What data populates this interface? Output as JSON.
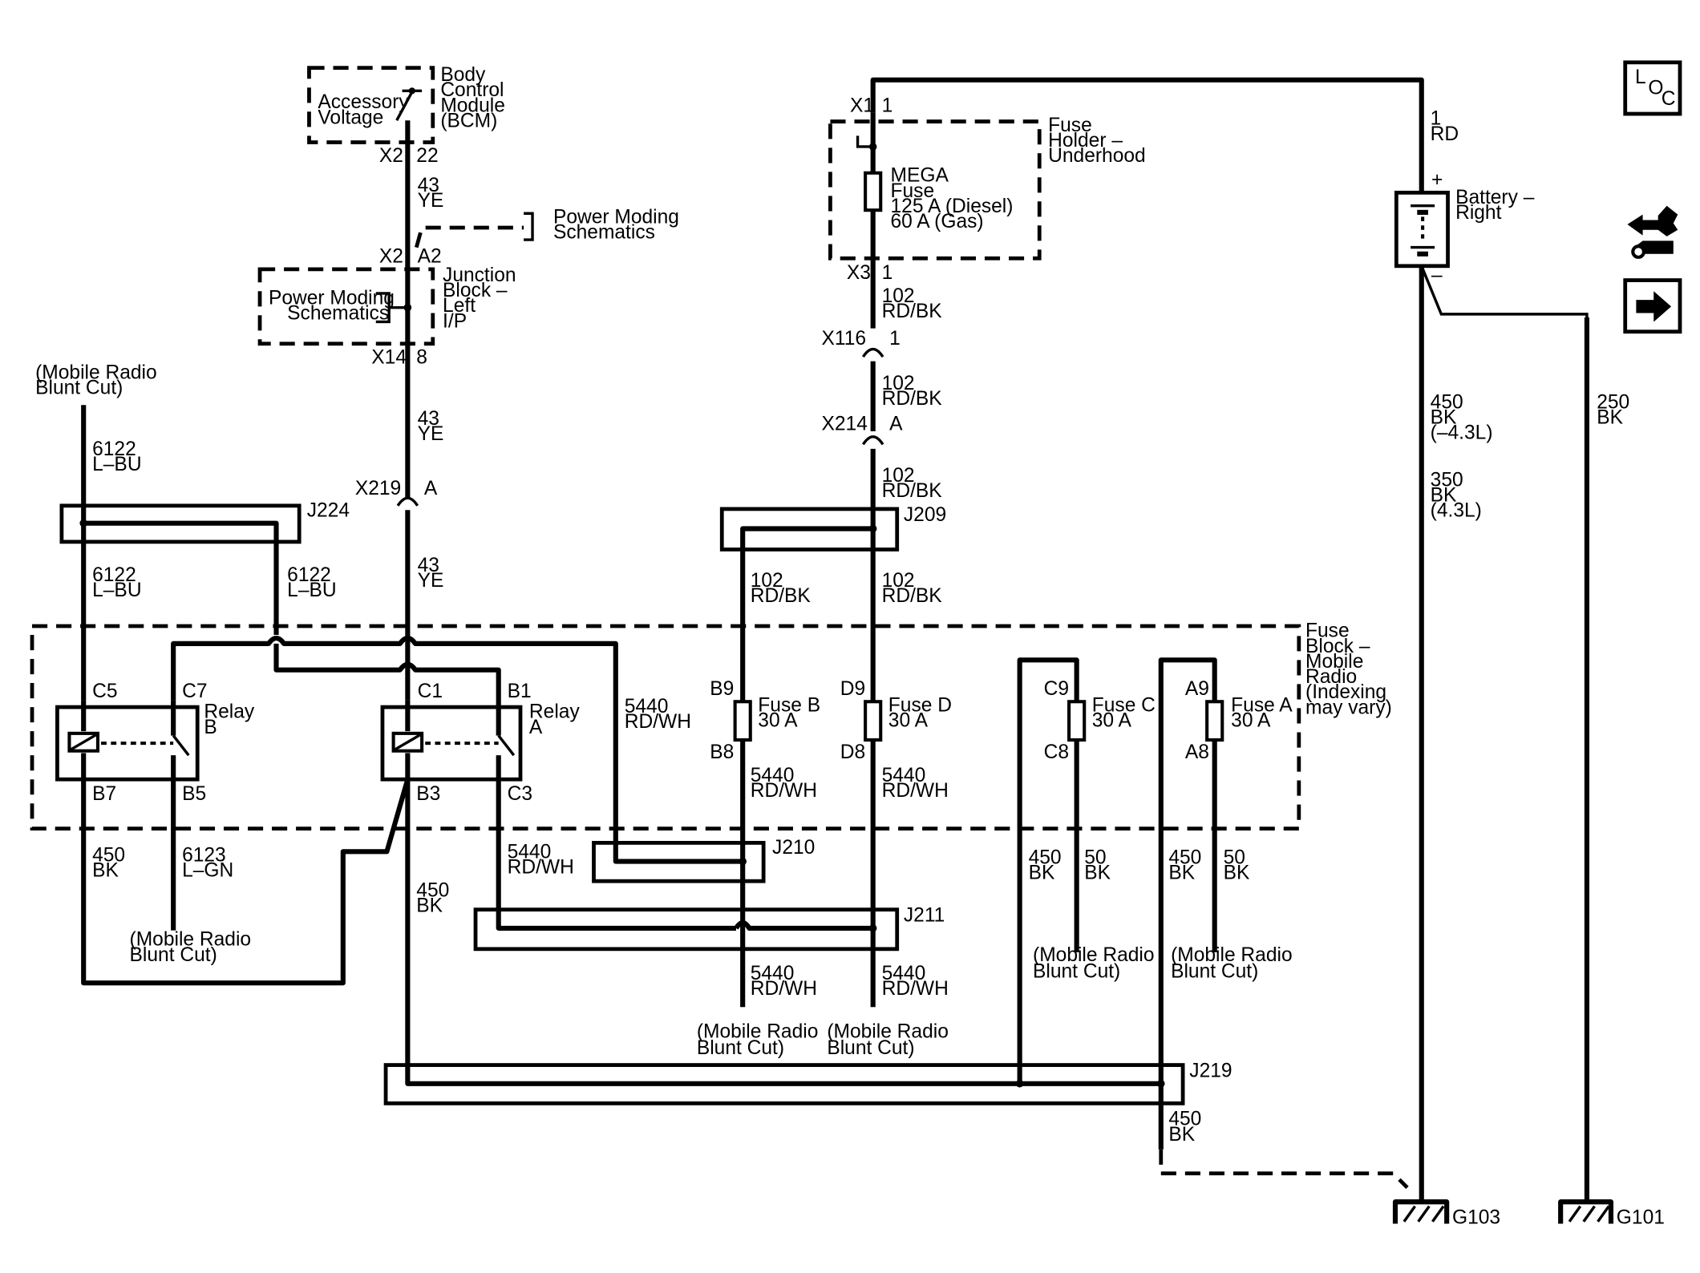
{
  "nav": {
    "loc": {
      "l": "L",
      "o": "O",
      "c": "C"
    },
    "icons": [
      "loc-icon",
      "connector-swap-icon",
      "next-page-arrow-icon"
    ]
  },
  "bcm": {
    "l1": "Body",
    "l2": "Control",
    "l3": "Module",
    "l4": "(BCM)",
    "acc1": "Accessory",
    "acc2": "Voltage",
    "conn": "X2",
    "pin": "22"
  },
  "jb": {
    "l1": "Junction",
    "l2": "Block –",
    "l3": "Left",
    "l4": "I/P",
    "pm1": "Power Moding",
    "pm2": "Schematics",
    "c_top": "X2",
    "p_top": "A2",
    "c_bot": "X14",
    "p_bot": "8"
  },
  "pm_ext": {
    "l1": "Power Moding",
    "l2": "Schematics"
  },
  "fuse_holder": {
    "l1": "Fuse",
    "l2": "Holder –",
    "l3": "Underhood",
    "c_top": "X1",
    "p_top": "1",
    "c_bot": "X3",
    "p_bot": "1",
    "mega1": "MEGA",
    "mega2": "Fuse",
    "mega3": "125 A (Diesel)",
    "mega4": "60 A (Gas)"
  },
  "battery": {
    "l1": "Battery –",
    "l2": "Right",
    "plus": "+",
    "minus": "–"
  },
  "connectors": {
    "x116": "X116",
    "x116_pin": "1",
    "x214": "X214",
    "x214_pin": "A",
    "x219": "X219",
    "x219_pin": "A"
  },
  "splices": {
    "j224": "J224",
    "j209": "J209",
    "j210": "J210",
    "j211": "J211",
    "j219": "J219"
  },
  "wires": {
    "w43_ye_a": [
      "43",
      "YE"
    ],
    "w43_ye_b": [
      "43",
      "YE"
    ],
    "w43_ye_c": [
      "43",
      "YE"
    ],
    "w1_rd": [
      "1",
      "RD"
    ],
    "w102_a": [
      "102",
      "RD/BK"
    ],
    "w102_b": [
      "102",
      "RD/BK"
    ],
    "w102_c": [
      "102",
      "RD/BK"
    ],
    "w102_d": [
      "102",
      "RD/BK"
    ],
    "w102_e": [
      "102",
      "RD/BK"
    ],
    "w6122_a": [
      "6122",
      "L–BU"
    ],
    "w6122_b": [
      "6122",
      "L–BU"
    ],
    "w6122_c": [
      "6122",
      "L–BU"
    ],
    "w5440_a": [
      "5440",
      "RD/WH"
    ],
    "w5440_b": [
      "5440",
      "RD/WH"
    ],
    "w5440_c": [
      "5440",
      "RD/WH"
    ],
    "w5440_d": [
      "5440",
      "RD/WH"
    ],
    "w5440_e": [
      "5440",
      "RD/WH"
    ],
    "w5440_f": [
      "5440",
      "RD/WH"
    ],
    "w450_a": [
      "450",
      "BK"
    ],
    "w450_b": [
      "450",
      "BK"
    ],
    "w450_c": [
      "450",
      "BK"
    ],
    "w450_d": [
      "450",
      "BK"
    ],
    "w450_e": [
      "450",
      "BK"
    ],
    "w6123": [
      "6123",
      "L–GN"
    ],
    "w50_a": [
      "50",
      "BK"
    ],
    "w50_b": [
      "50",
      "BK"
    ],
    "w450_43": [
      "450",
      "BK",
      "(–4.3L)"
    ],
    "w350_43": [
      "350",
      "BK",
      "(4.3L)"
    ],
    "w250": [
      "250",
      "BK"
    ]
  },
  "fuse_block": {
    "l1": "Fuse",
    "l2": "Block –",
    "l3": "Mobile",
    "l4": "Radio",
    "l5": "(Indexing",
    "l6": "may vary)"
  },
  "relay_b": {
    "l1": "Relay",
    "l2": "B",
    "c5": "C5",
    "c7": "C7",
    "b7": "B7",
    "b5": "B5"
  },
  "relay_a": {
    "l1": "Relay",
    "l2": "A",
    "c1": "C1",
    "b1": "B1",
    "b3": "B3",
    "c3": "C3"
  },
  "fuses": {
    "b": {
      "name": "Fuse B",
      "rating": "30 A",
      "top": "B9",
      "bot": "B8"
    },
    "d": {
      "name": "Fuse D",
      "rating": "30 A",
      "top": "D9",
      "bot": "D8"
    },
    "c": {
      "name": "Fuse C",
      "rating": "30 A",
      "top": "C9",
      "bot": "C8"
    },
    "a": {
      "name": "Fuse A",
      "rating": "30 A",
      "top": "A9",
      "bot": "A8"
    }
  },
  "blunt_cuts": {
    "l1": "(Mobile Radio",
    "l2": "Blunt Cut)"
  },
  "grounds": {
    "g103": "G103",
    "g101": "G101"
  }
}
